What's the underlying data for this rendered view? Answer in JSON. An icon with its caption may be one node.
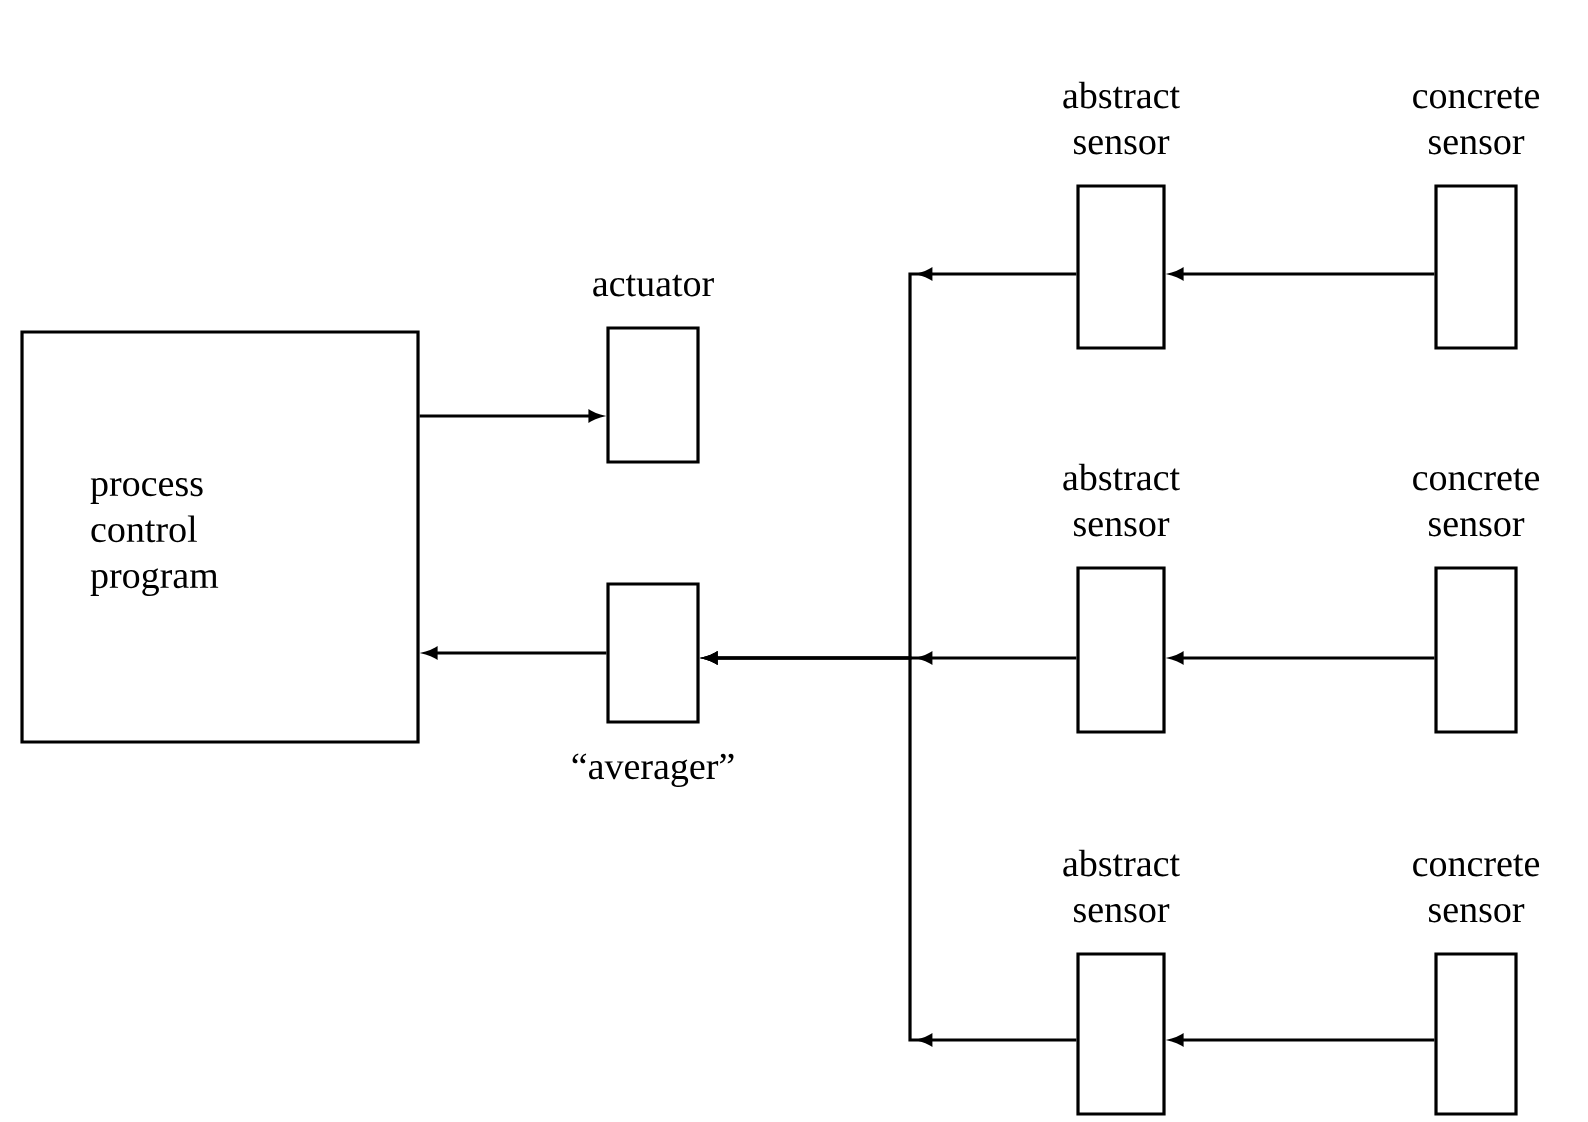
{
  "diagram": {
    "nodes": [
      {
        "text": [
          "process control program"
        ]
      },
      {
        "text": [
          "actuator"
        ]
      },
      {
        "text": [
          "“averager”"
        ]
      },
      {
        "text": [
          "abstract sensor"
        ]
      },
      {
        "text": [
          "concrete sensor"
        ]
      },
      {
        "text": [
          "abstract sensor"
        ]
      },
      {
        "text": [
          "concrete sensor"
        ]
      },
      {
        "text": [
          "abstract sensor"
        ]
      },
      {
        "text": [
          "concrete sensor"
        ]
      }
    ],
    "edges": [
      {
        "from": 0,
        "to": 1,
        "arrow": "to"
      },
      {
        "from": 2,
        "to": 0,
        "arrow": "to"
      },
      {
        "from": 4,
        "to": 3,
        "arrow": "to"
      },
      {
        "from": 6,
        "to": 5,
        "arrow": "to"
      },
      {
        "from": 8,
        "to": 7,
        "arrow": "to"
      },
      {
        "from": 3,
        "to": 2,
        "arrow": "to"
      },
      {
        "from": 5,
        "to": 2,
        "arrow": "to"
      },
      {
        "from": 7,
        "to": 2,
        "arrow": "to"
      }
    ]
  }
}
